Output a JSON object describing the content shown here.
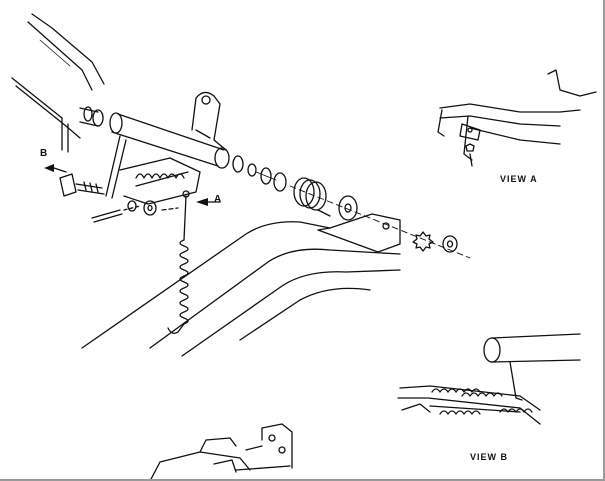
{
  "callouts": {
    "b": "B",
    "a": "A"
  },
  "views": {
    "view_a": "VIEW A",
    "view_b": "VIEW B"
  },
  "colors": {
    "ink": "#111111",
    "paper": "#ffffff",
    "frame": "#9a9a9a"
  }
}
